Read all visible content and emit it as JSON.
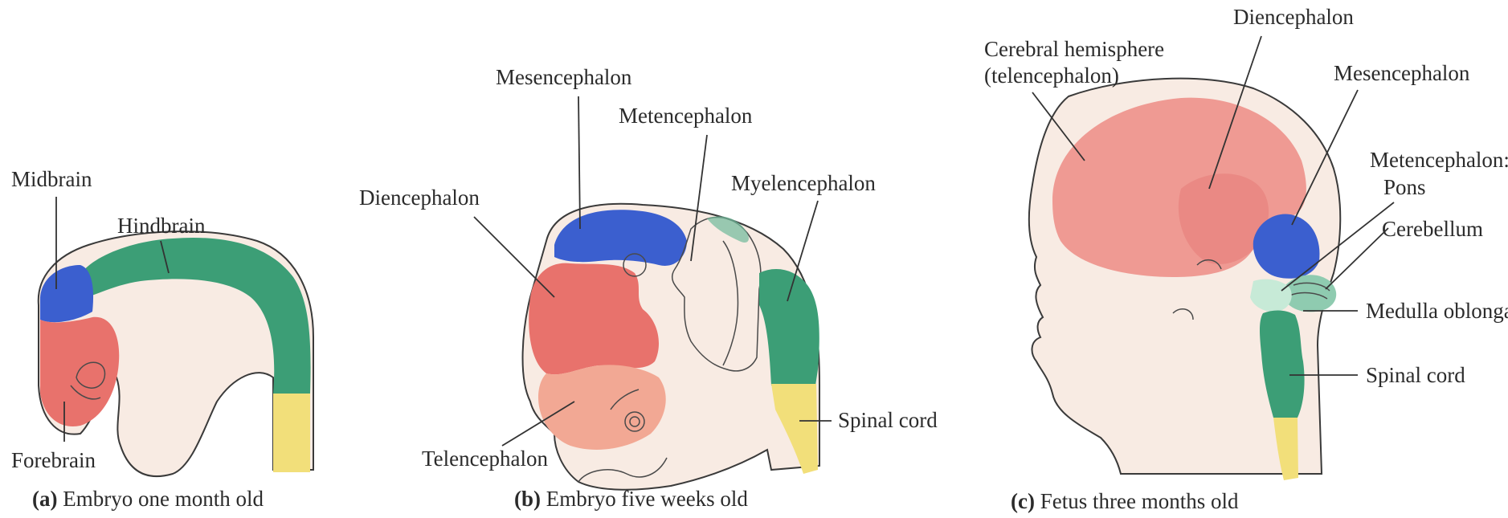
{
  "colors": {
    "skin": "#f8ebe3",
    "forebrain_red": "#e8726c",
    "telencephalon_pink": "#f2a894",
    "mesencephalon_blue": "#3b5fcf",
    "hindbrain_green": "#3c9e76",
    "metencephalon_mint": "#c7ead7",
    "spinal_yellow": "#f2df7a",
    "cerebral_pink": "#ef9a93"
  },
  "panel_a": {
    "caption_letter": "(a)",
    "caption_text": " Embryo one month old",
    "labels": {
      "midbrain": "Midbrain",
      "hindbrain": "Hindbrain",
      "forebrain": "Forebrain"
    }
  },
  "panel_b": {
    "caption_letter": "(b)",
    "caption_text": " Embryo five weeks old",
    "labels": {
      "mesencephalon": "Mesencephalon",
      "metencephalon": "Metencephalon",
      "diencephalon": "Diencephalon",
      "myelencephalon": "Myelencephalon",
      "telencephalon": "Telencephalon",
      "spinal_cord": "Spinal cord"
    }
  },
  "panel_c": {
    "caption_letter": "(c)",
    "caption_text": " Fetus three months old",
    "labels": {
      "cerebral_line1": "Cerebral hemisphere",
      "cerebral_line2": "(telencephalon)",
      "diencephalon": "Diencephalon",
      "mesencephalon": "Mesencephalon",
      "metencephalon": "Metencephalon:",
      "pons": "Pons",
      "cerebellum": "Cerebellum",
      "medulla": "Medulla oblongata",
      "spinal_cord": "Spinal cord"
    }
  }
}
